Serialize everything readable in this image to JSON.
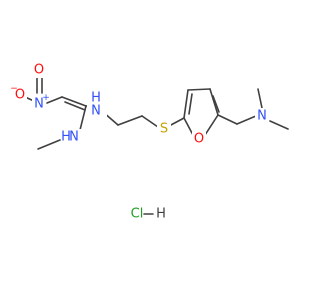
{
  "molecule": {
    "atoms": {
      "nitro_o_minus": {
        "label": "O",
        "charge": "−"
      },
      "nitro_n_plus": {
        "label": "N",
        "charge": "+"
      },
      "nitro_o_double": {
        "label": "O"
      },
      "amine_nh_chain": {
        "label": "N",
        "h": "H"
      },
      "amine_nh_methyl": {
        "label": "N",
        "h": "H"
      },
      "sulfur": {
        "label": "S"
      },
      "furan_oxygen": {
        "label": "O"
      },
      "dimethylamino_n": {
        "label": "N"
      }
    },
    "salt": {
      "cl": "Cl",
      "h": "H"
    }
  }
}
